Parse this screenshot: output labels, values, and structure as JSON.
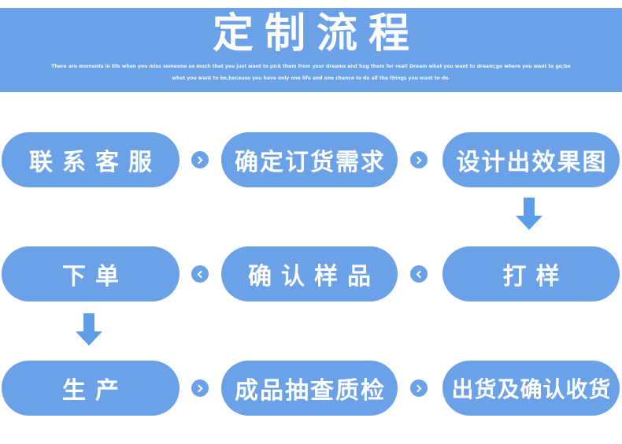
{
  "theme": {
    "accent": "#6ba2e7",
    "arrow": "#5d9de9",
    "text_on_accent": "#ffffff"
  },
  "header": {
    "title": "定制流程",
    "subtitle_line1": "There are moments in life when you miss someone so much that you just want to pick them from your dreams and hug them for real! Dream what you want to dream;go where you want to go;be",
    "subtitle_line2": "what you want to be,because you have only one life and one chance to do all the things you want to do."
  },
  "flow": {
    "rows": [
      {
        "direction": "right",
        "steps": [
          {
            "label": "联系客服"
          },
          {
            "label": "确定订货需求"
          },
          {
            "label": "设计出效果图"
          }
        ]
      },
      {
        "direction": "left",
        "steps": [
          {
            "label": "下单"
          },
          {
            "label": "确认样品"
          },
          {
            "label": "打样"
          }
        ]
      },
      {
        "direction": "right",
        "steps": [
          {
            "label": "生产"
          },
          {
            "label": "成品抽查质检"
          },
          {
            "label": "出货及确认收货"
          }
        ]
      }
    ],
    "icons": {
      "between_steps_row1": "chevron-right-icon",
      "between_steps_row2": "chevron-left-icon",
      "between_steps_row3": "chevron-right-icon",
      "row1_to_row2": "arrow-down-icon",
      "row2_to_row3": "arrow-down-icon"
    }
  }
}
